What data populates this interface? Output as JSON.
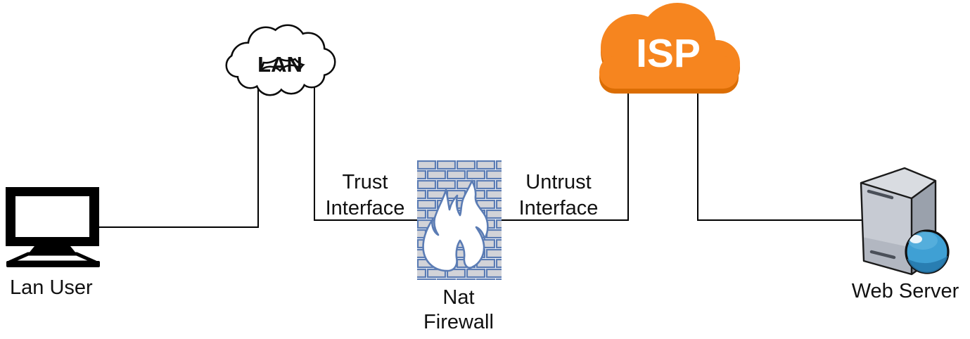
{
  "diagram": {
    "type": "network-topology",
    "nodes": {
      "lan_user": {
        "label": "Lan User",
        "icon": "desktop-computer-icon"
      },
      "lan_cloud": {
        "label": "LAN",
        "icon": "cloud-outline-icon"
      },
      "nat_firewall": {
        "label_line1": "Nat",
        "label_line2": "Firewall",
        "icon": "brick-wall-flame-icon"
      },
      "isp_cloud": {
        "label": "ISP",
        "icon": "cloud-solid-icon"
      },
      "web_server": {
        "label": "Web Server",
        "icon": "server-globe-icon"
      }
    },
    "edge_labels": {
      "trust": {
        "line1": "Trust",
        "line2": "Interface"
      },
      "untrust": {
        "line1": "Untrust",
        "line2": "Interface"
      }
    },
    "colors": {
      "line": "#000000",
      "isp_cloud": "#F6851F",
      "isp_cloud_shadow": "#DB6D04",
      "brick_fill": "#D2D3D8",
      "brick_stroke": "#5B7CB4",
      "flame_fill": "#FFFFFF",
      "globe_blue": "#3FA0D4",
      "globe_dark": "#2678AC",
      "server_front": "#C7CBD3",
      "server_side": "#9AA1AC"
    }
  }
}
